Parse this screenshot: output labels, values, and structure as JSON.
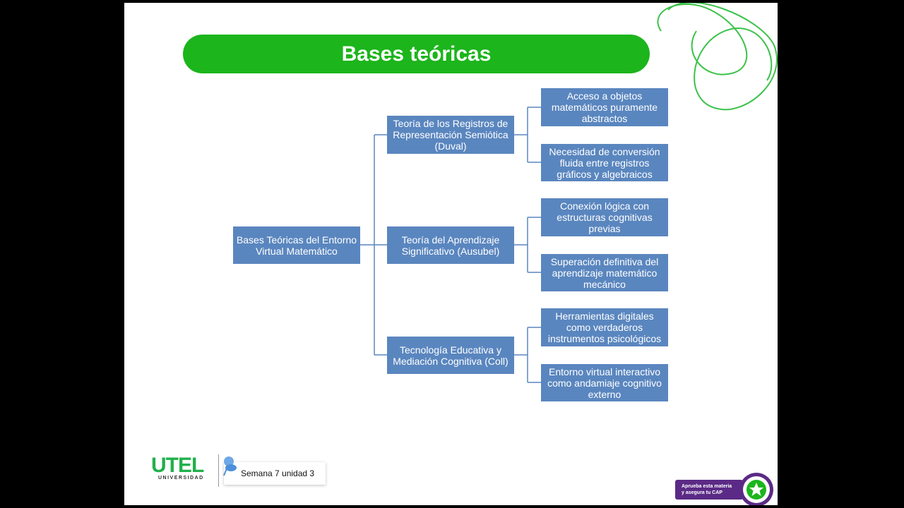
{
  "title": "Bases teóricas",
  "colors": {
    "accent": "#1cb51c",
    "box": "#5a86bf",
    "connector": "#5a86bf",
    "badge": "#5b2a86"
  },
  "diagram": {
    "root": "Bases Teóricas del Entorno Virtual Matemático",
    "branches": [
      {
        "label": "Teoría de los Registros de Representación Semiótica (Duval)",
        "children": [
          "Acceso a objetos matemáticos puramente abstractos",
          "Necesidad de conversión fluida entre registros gráficos y algebraicos"
        ]
      },
      {
        "label": "Teoría del Aprendizaje Significativo (Ausubel)",
        "children": [
          "Conexión lógica con estructuras cognitivas previas",
          "Superación definitiva del aprendizaje matemático mecánico"
        ]
      },
      {
        "label": "Tecnología Educativa y Mediación Cognitiva (Coll)",
        "children": [
          "Herramientas digitales como verdaderos instrumentos psicológicos",
          "Entorno virtual interactivo como andamiaje cognitivo externo"
        ]
      }
    ]
  },
  "footer": {
    "logo_text": "UTEL",
    "logo_sub": "UNIVERSIDAD",
    "session_label": "Semana 7 unidad 3",
    "badge_line1": "Aprueba esta materia",
    "badge_line2": "y asegura tu CAP",
    "seal_icon": "star-seal-icon"
  }
}
